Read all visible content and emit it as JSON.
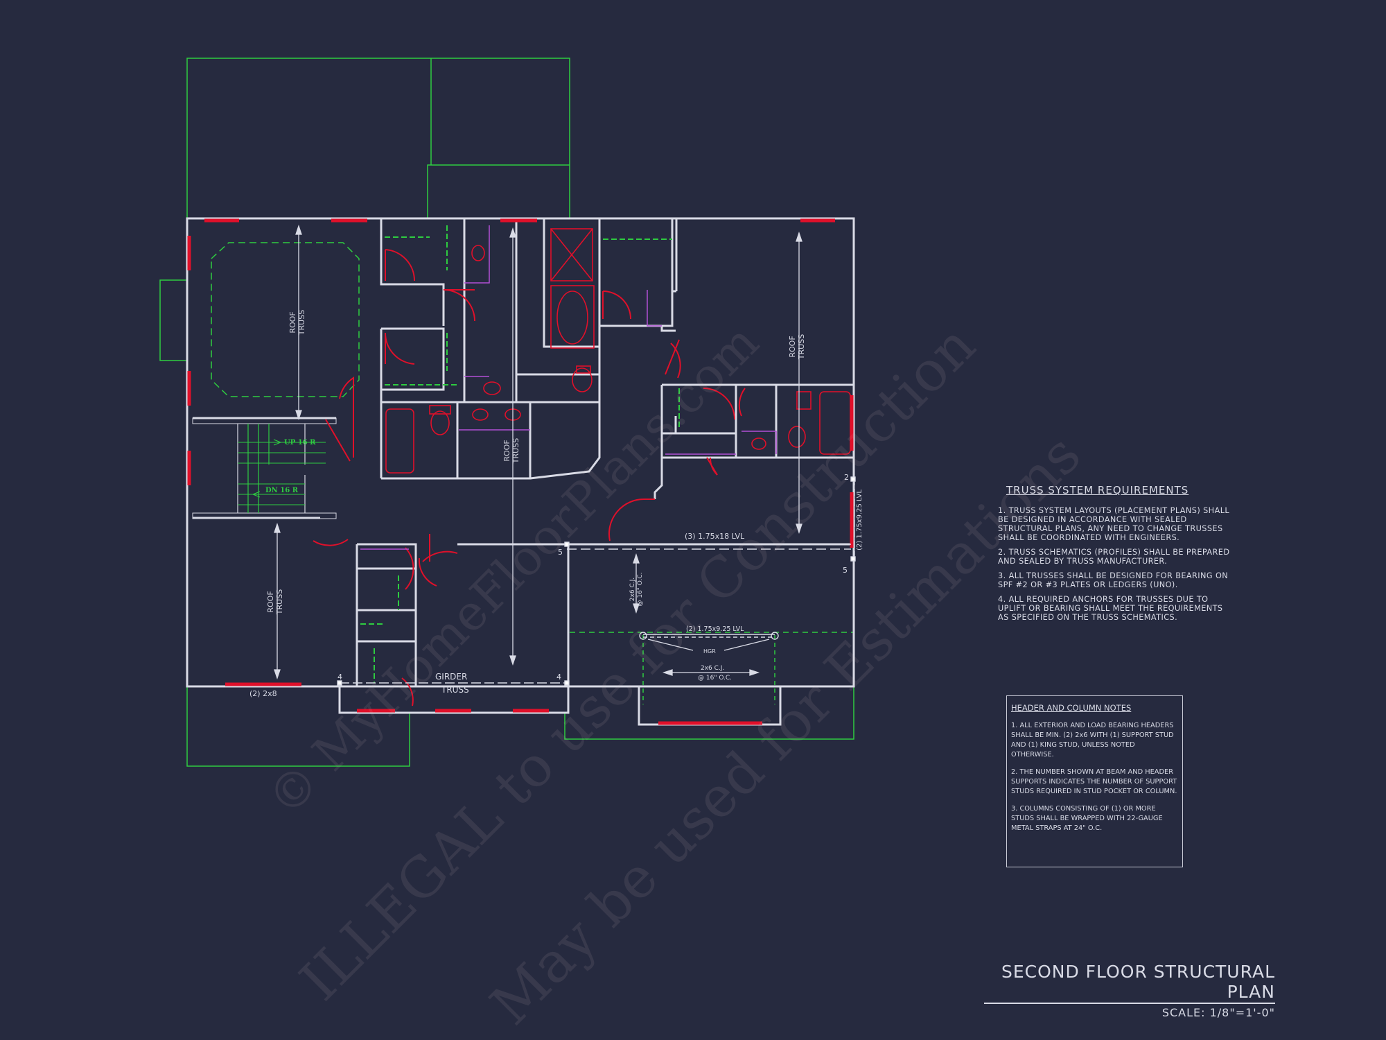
{
  "plan": {
    "labels": {
      "roof_truss_1": [
        "ROOF",
        "TRUSS"
      ],
      "roof_truss_2": [
        "ROOF",
        "TRUSS"
      ],
      "roof_truss_3": [
        "ROOF",
        "TRUSS"
      ],
      "roof_truss_4": [
        "ROOF",
        "TRUSS"
      ],
      "stair_up": "UP 16 R",
      "stair_down": "DN 16 R",
      "lvl_3": "(3) 1.75x18 LVL",
      "lvl_2_vertical": "(2) 1.75x9.25 LVL",
      "lvl_2_horizontal": "(2) 1.75x9.25 LVL",
      "girder": "GIRDER",
      "truss": "TRUSS",
      "two_by_eight": "(2) 2x8",
      "hgr": "HGR",
      "cj_vertical": [
        "2x6 C.J.",
        "@ 16\" O.C."
      ],
      "cj_horizontal": [
        "2x6 C.J.",
        "@ 16\" O.C."
      ],
      "stud_counts": [
        "5",
        "5",
        "4",
        "4",
        "2"
      ]
    },
    "colors": {
      "background": "#262a3f",
      "walls": "#d9dbe6",
      "outline": "#2ecc40",
      "headers": "#e0102a",
      "plumbing": "#b24fd6"
    }
  },
  "truss_notes": {
    "title": "TRUSS SYSTEM REQUIREMENTS",
    "items": [
      "1. TRUSS SYSTEM LAYOUTS (PLACEMENT PLANS) SHALL BE DESIGNED IN ACCORDANCE WITH SEALED STRUCTURAL PLANS, ANY NEED TO CHANGE TRUSSES SHALL BE COORDINATED WITH ENGINEERS.",
      "2. TRUSS SCHEMATICS (PROFILES) SHALL BE PREPARED AND SEALED BY TRUSS MANUFACTURER.",
      "3. ALL TRUSSES SHALL BE DESIGNED FOR BEARING ON SPF #2 OR #3 PLATES OR LEDGERS (UNO).",
      "4. ALL REQUIRED ANCHORS FOR TRUSSES DUE TO UPLIFT OR BEARING SHALL MEET THE REQUIREMENTS AS SPECIFIED ON THE TRUSS SCHEMATICS."
    ]
  },
  "header_notes": {
    "title": "HEADER AND COLUMN NOTES",
    "items": [
      "1. ALL EXTERIOR AND LOAD BEARING HEADERS SHALL BE MIN. (2) 2x6 WITH (1) SUPPORT STUD AND (1) KING STUD, UNLESS NOTED OTHERWISE.",
      "2. THE NUMBER SHOWN AT BEAM AND HEADER SUPPORTS INDICATES THE NUMBER OF SUPPORT STUDS REQUIRED IN STUD POCKET OR COLUMN.",
      "3. COLUMNS CONSISTING OF (1) OR MORE STUDS SHALL BE WRAPPED WITH 22-GAUGE METAL STRAPS AT 24\" O.C."
    ]
  },
  "title_block": {
    "title": "SECOND FLOOR STRUCTURAL PLAN",
    "scale": "SCALE: 1/8\"=1'-0\""
  },
  "watermark": {
    "line1": "© MyHomeFloorPlans.com",
    "line2": "ILLEGAL to use for Construction",
    "line3": "May be used for Estimations"
  }
}
